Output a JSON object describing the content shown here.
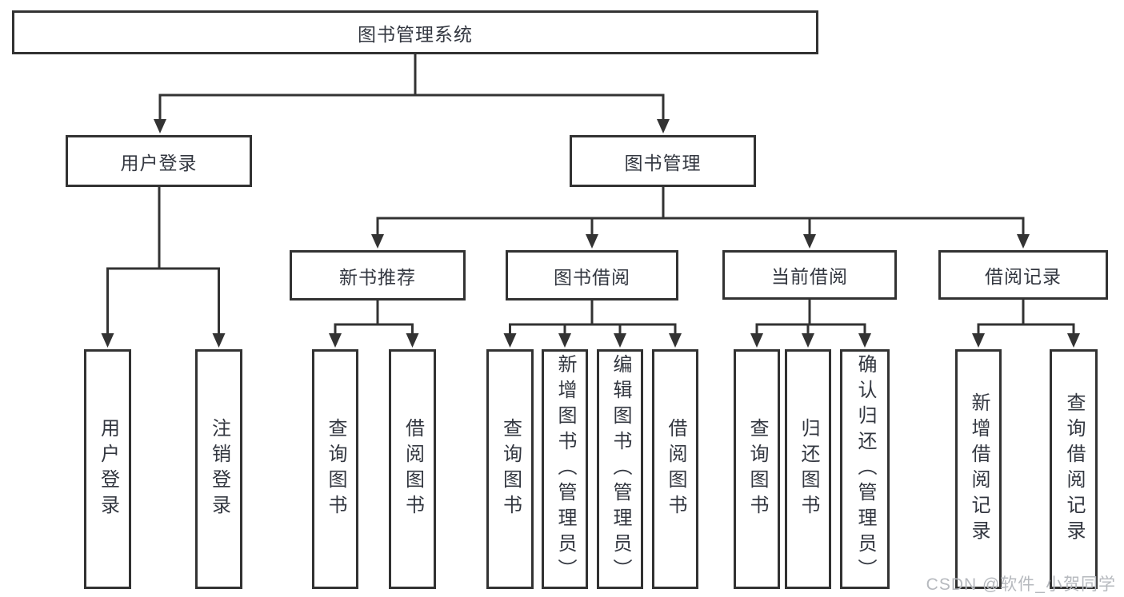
{
  "diagram": {
    "root": {
      "label": "图书管理系统"
    },
    "branches": [
      {
        "label": "用户登录",
        "children": [
          {
            "label": "用户登录"
          },
          {
            "label": "注销登录"
          }
        ]
      },
      {
        "label": "图书管理",
        "children": [
          {
            "label": "新书推荐",
            "children": [
              {
                "label": "查询图书"
              },
              {
                "label": "借阅图书"
              }
            ]
          },
          {
            "label": "图书借阅",
            "children": [
              {
                "label": "查询图书"
              },
              {
                "label": "新增图书（管理员）"
              },
              {
                "label": "编辑图书（管理员）"
              },
              {
                "label": "借阅图书"
              }
            ]
          },
          {
            "label": "当前借阅",
            "children": [
              {
                "label": "查询图书"
              },
              {
                "label": "归还图书"
              },
              {
                "label": "确认归还（管理员）"
              }
            ]
          },
          {
            "label": "借阅记录",
            "children": [
              {
                "label": "新增借阅记录"
              },
              {
                "label": "查询借阅记录"
              }
            ]
          }
        ]
      }
    ],
    "colors": {
      "line": "#333333",
      "box_border": "#323232",
      "text": "#333740",
      "watermark": "#b6b9be",
      "background": "#ffffff"
    },
    "watermark": {
      "text": "CSDN @软件_小贺同学"
    }
  }
}
